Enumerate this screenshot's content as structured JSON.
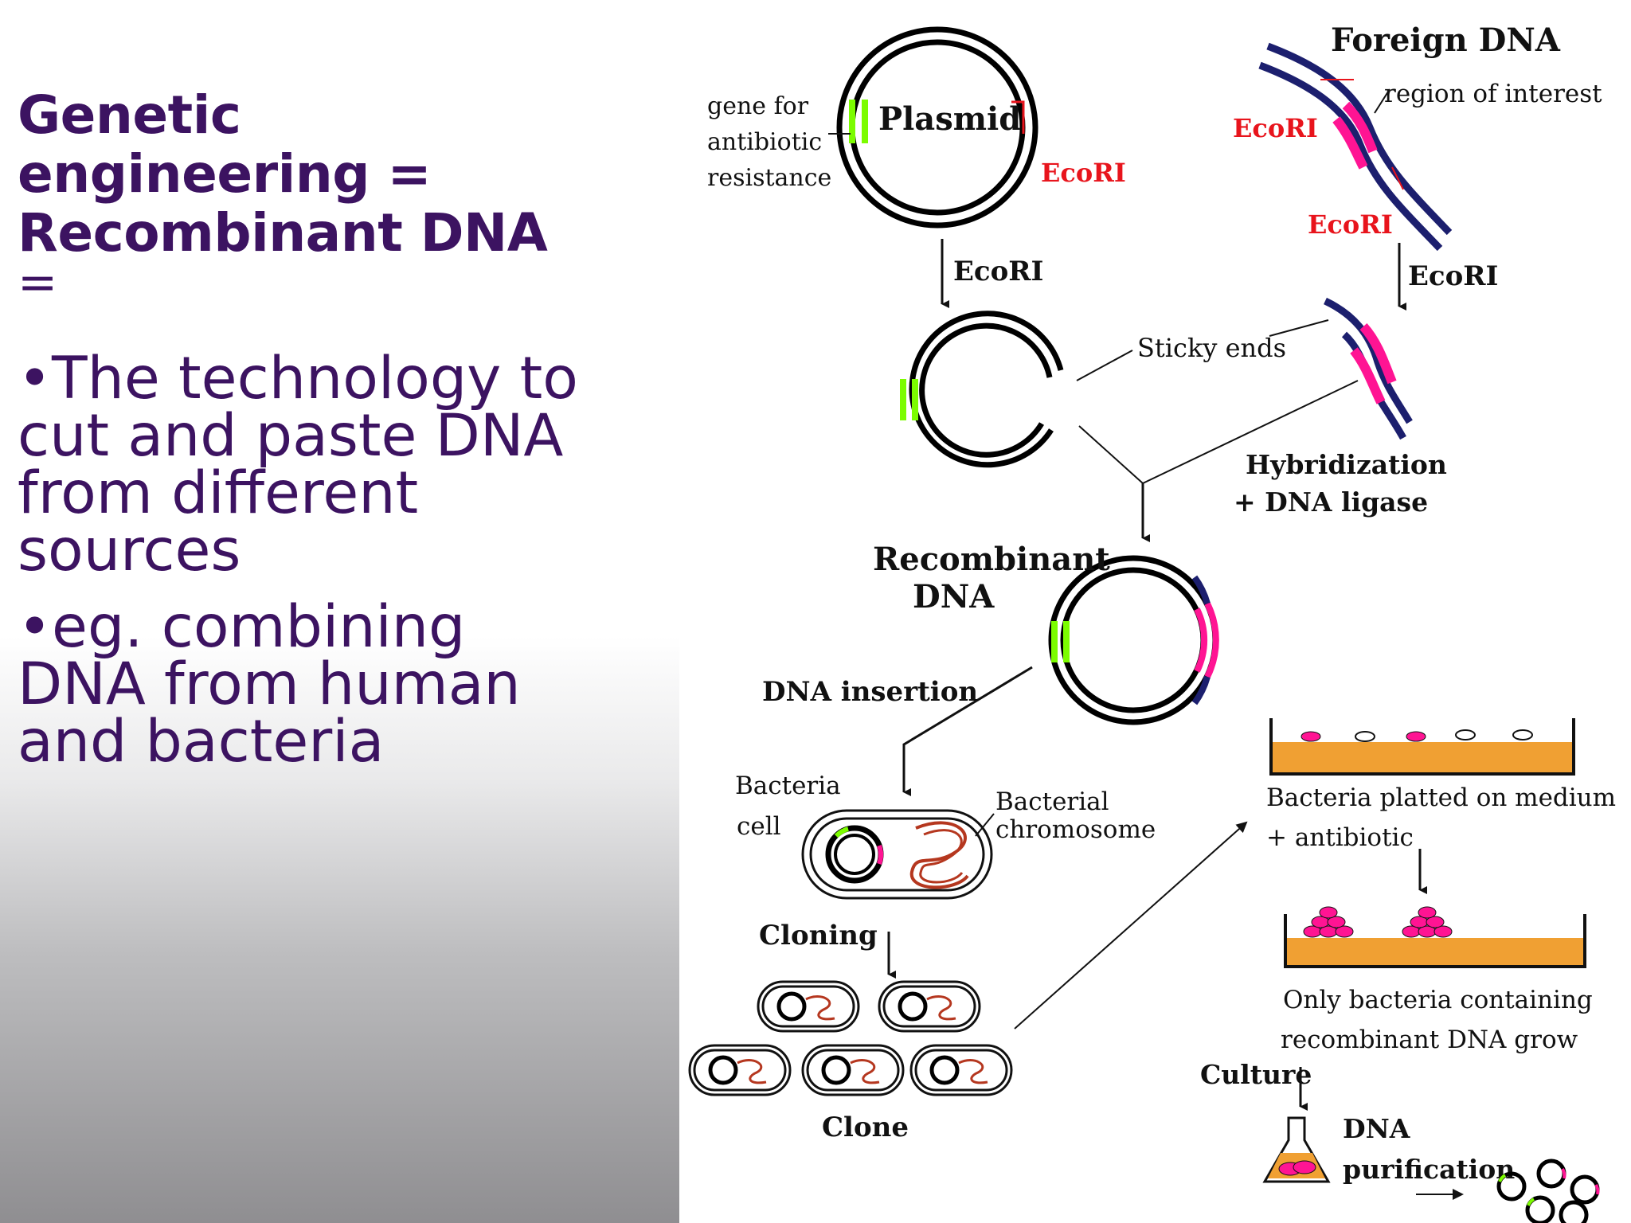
{
  "slide": {
    "title_lines": [
      "Genetic",
      "engineering =",
      "Recombinant DNA"
    ],
    "title_equals": "=",
    "bullet_1_lines": [
      "•The technology to",
      "cut and paste DNA",
      "from different",
      "sources"
    ],
    "bullet_2_lines": [
      "•eg. combining",
      "DNA from human",
      "and bacteria"
    ]
  },
  "diagram": {
    "plasmid": "Plasmid",
    "gene_lines": [
      "gene for",
      "antibiotic",
      "resistance"
    ],
    "ecori_plasmid": "EcoRI",
    "foreign_dna": "Foreign DNA",
    "region_of_interest": "region of interest",
    "ecori_foreign_top": "EcoRI",
    "ecori_foreign_bottom": "EcoRI",
    "ecori_arrow_left": "EcoRI",
    "ecori_arrow_right": "EcoRI",
    "sticky_ends": "Sticky ends",
    "hybridization_lines": [
      "Hybridization",
      "+ DNA ligase"
    ],
    "recombinant_lines": [
      "Recombinant",
      "DNA"
    ],
    "dna_insertion": "DNA insertion",
    "bacteria_cell_lines": [
      "Bacteria",
      "cell"
    ],
    "bacterial_chromosome_lines": [
      "Bacterial",
      "chromosome"
    ],
    "cloning": "Cloning",
    "clone": "Clone",
    "plated_lines": [
      "Bacteria platted on medium",
      "+ antibiotic"
    ],
    "only_bacteria_lines": [
      "Only bacteria containing",
      "recombinant DNA grow"
    ],
    "culture": "Culture",
    "dna_purification_lines": [
      "DNA",
      "purification"
    ]
  },
  "colors": {
    "title_purple": "#3c1361",
    "ecori_red": "#e8141c",
    "resistance_green": "#7cfc00",
    "insert_pink": "#ff1493",
    "dna_navy": "#1c1f6e",
    "medium_orange": "#f0a033"
  }
}
